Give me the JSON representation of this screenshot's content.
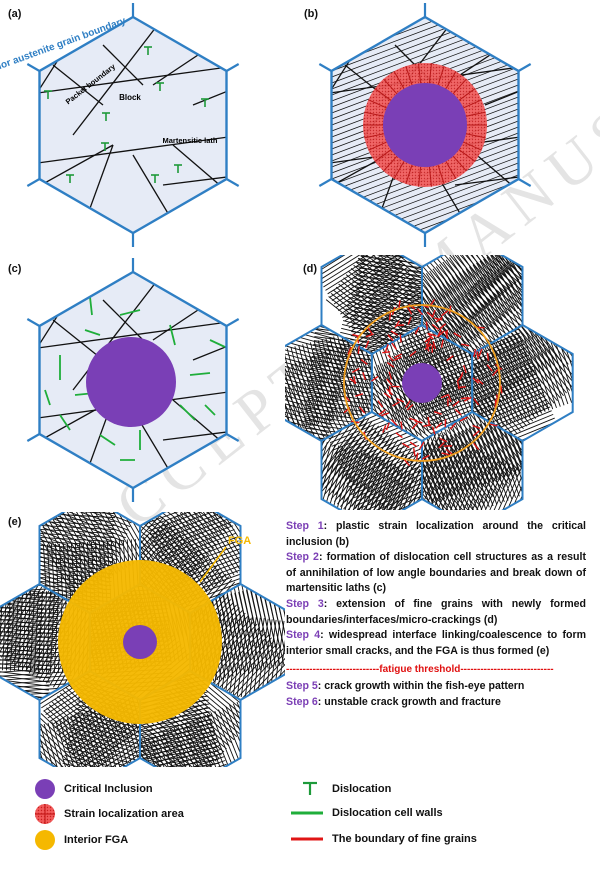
{
  "watermark": "ACCEPTED MANUSCRIPT",
  "panels": {
    "a": {
      "label": "(a)",
      "prior_austenite_grain_boundary": "Prior austenite grain boundary",
      "packet_boundary": "Packet boundary",
      "block": "Block",
      "martensitic_lath": "Martensitic lath"
    },
    "b": {
      "label": "(b)"
    },
    "c": {
      "label": "(c)"
    },
    "d": {
      "label": "(d)"
    },
    "e": {
      "label": "(e)",
      "fga": "FGA"
    }
  },
  "steps": [
    {
      "label": "Step 1",
      "text": ": plastic strain localization around the critical inclusion (b)"
    },
    {
      "label": "Step 2",
      "text": ": formation of dislocation cell structures as a result of annihilation of low angle boundaries and break down of martensitic laths (c)"
    },
    {
      "label": "Step 3",
      "text": ": extension of fine grains with newly formed boundaries/interfaces/micro-crackings (d)"
    },
    {
      "label": "Step 4",
      "text": ": widespread interface linking/coalescence to form interior small cracks, and the FGA is thus formed (e)"
    },
    {
      "label": "Step 5",
      "text": ": crack growth within the fish-eye pattern"
    },
    {
      "label": "Step 6",
      "text": ": unstable crack growth and fracture"
    }
  ],
  "threshold": "----------------------------fatigue threshold----------------------------",
  "legend": {
    "critical_inclusion": "Critical Inclusion",
    "strain_localization": "Strain localization area",
    "interior_fga": "Interior FGA",
    "dislocation": "Dislocation",
    "cell_walls": "Dislocation cell walls",
    "fine_grain_boundary": "The boundary of fine grains"
  },
  "colors": {
    "grain_fill": "#e6ebf6",
    "grain_boundary": "#2f7fc4",
    "inclusion": "#7a3fb6",
    "strain_area": "#ee3a3a",
    "fga": "#f5b800",
    "dislocation": "#1e9a3a",
    "cell_wall": "#1fae3a",
    "fine_grain_boundary": "#e01515"
  }
}
